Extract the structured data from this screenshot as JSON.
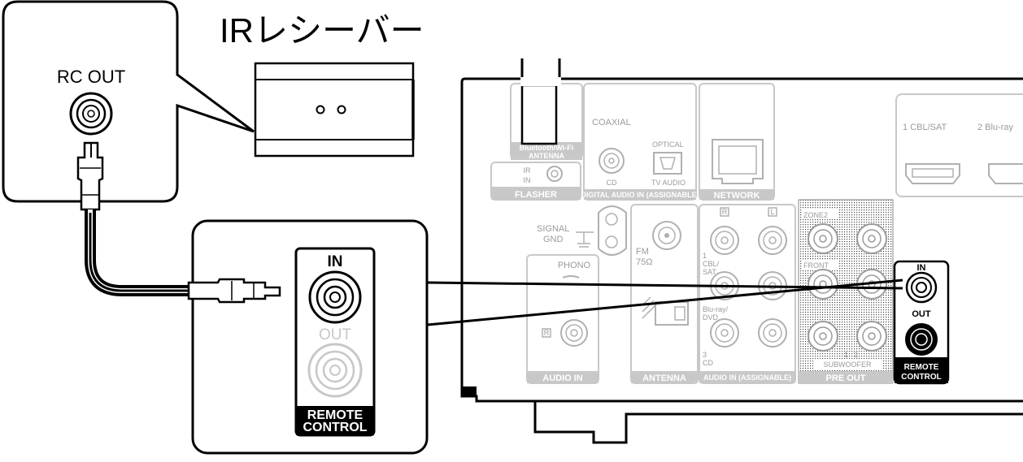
{
  "title": "IRレシーバー",
  "rc_out_label": "RC OUT",
  "zoom_panel": {
    "in_label": "IN",
    "out_label": "OUT",
    "remote_line1": "REMOTE",
    "remote_line2": "CONTROL"
  },
  "receiver": {
    "bt_line1": "Bluetooth/Wi-Fi",
    "bt_line2": "ANTENNA",
    "coaxial": "COAXIAL",
    "optical": "OPTICAL",
    "cd": "CD",
    "tv_audio": "TV AUDIO",
    "digital_audio_in": "DIGITAL AUDIO IN (ASSIGNABLE)",
    "network": "NETWORK",
    "hdmi1": "1 CBL/SAT",
    "hdmi2": "2 Blu-ray",
    "ir": "IR",
    "in": "IN",
    "flasher": "FLASHER",
    "signal": "SIGNAL",
    "gnd": "GND",
    "phono": "PHONO",
    "fm": "FM",
    "fm_ohm": "75Ω",
    "r": "R",
    "l": "L",
    "in1_num": "1",
    "in1_a": "CBL/",
    "in1_b": "SAT",
    "in2_a": "Blu-ray/",
    "in2_b": "DVD",
    "in3_num": "3",
    "in3_a": "CD",
    "zone2": "ZONE2",
    "front": "FRONT",
    "sub1": "1",
    "sub2": "2",
    "subwoofer": "SUBWOOFER",
    "audio_in": "AUDIO IN",
    "antenna": "ANTENNA",
    "audio_in_assignable": "AUDIO IN (ASSIGNABLE)",
    "pre_out": "PRE OUT",
    "rc_in": "IN",
    "rc_out": "OUT",
    "remote_line1": "REMOTE",
    "remote_line2": "CONTROL"
  }
}
